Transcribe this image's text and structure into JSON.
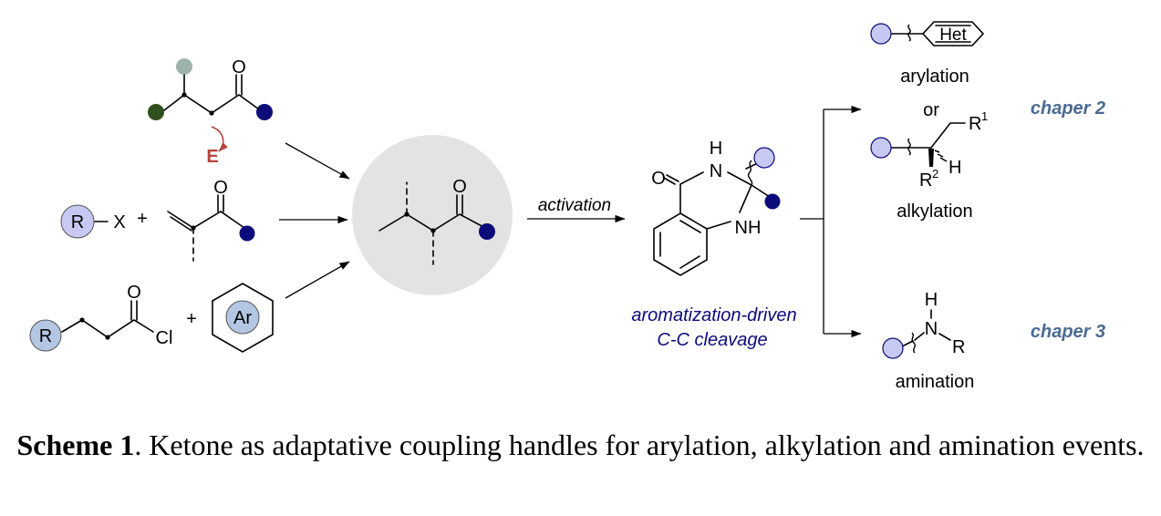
{
  "colors": {
    "accent_navy": "#0b0b7a",
    "chapter_blue": "#4a6a94",
    "electrophile_red": "#b5433a",
    "dark_green": "#2f4f1c",
    "grey_green": "#9fb3ad",
    "lavender": "#c7c9f2",
    "ar_blue": "#b3c7e3",
    "bg_circle": "#e3e3e3"
  },
  "icons": [
    "wavy-bond-icon",
    "curved-arrow-icon",
    "reaction-arrow-icon"
  ],
  "scheme": {
    "sm1": {
      "o": "O",
      "e": "E"
    },
    "sm2": {
      "r": "R",
      "x": "X",
      "plus": "+",
      "o": "O"
    },
    "sm3": {
      "r": "R",
      "o": "O",
      "cl": "Cl",
      "plus": "+",
      "ar": "Ar"
    },
    "center": {
      "o": "O"
    },
    "activation_label": "activation",
    "intermediate": {
      "o": "O",
      "h": "H",
      "n": "N",
      "nh": "NH"
    },
    "intermediate_caption": [
      "aromatization-driven",
      "C-C cleavage"
    ],
    "products": {
      "het": "Het",
      "arylation": "arylation",
      "or": "or",
      "r1": "R",
      "r1_sup": "1",
      "r2": "R",
      "r2_sup": "2",
      "h": "H",
      "alkylation": "alkylation",
      "amine_h": "H",
      "amine_n": "N",
      "amine_r": "R",
      "amination": "amination"
    },
    "chapters": [
      "chaper 2",
      "chaper 3"
    ]
  },
  "caption": {
    "label": "Scheme 1",
    "text": ". Ketone as adaptative coupling handles for arylation, alkylation and amination events."
  }
}
